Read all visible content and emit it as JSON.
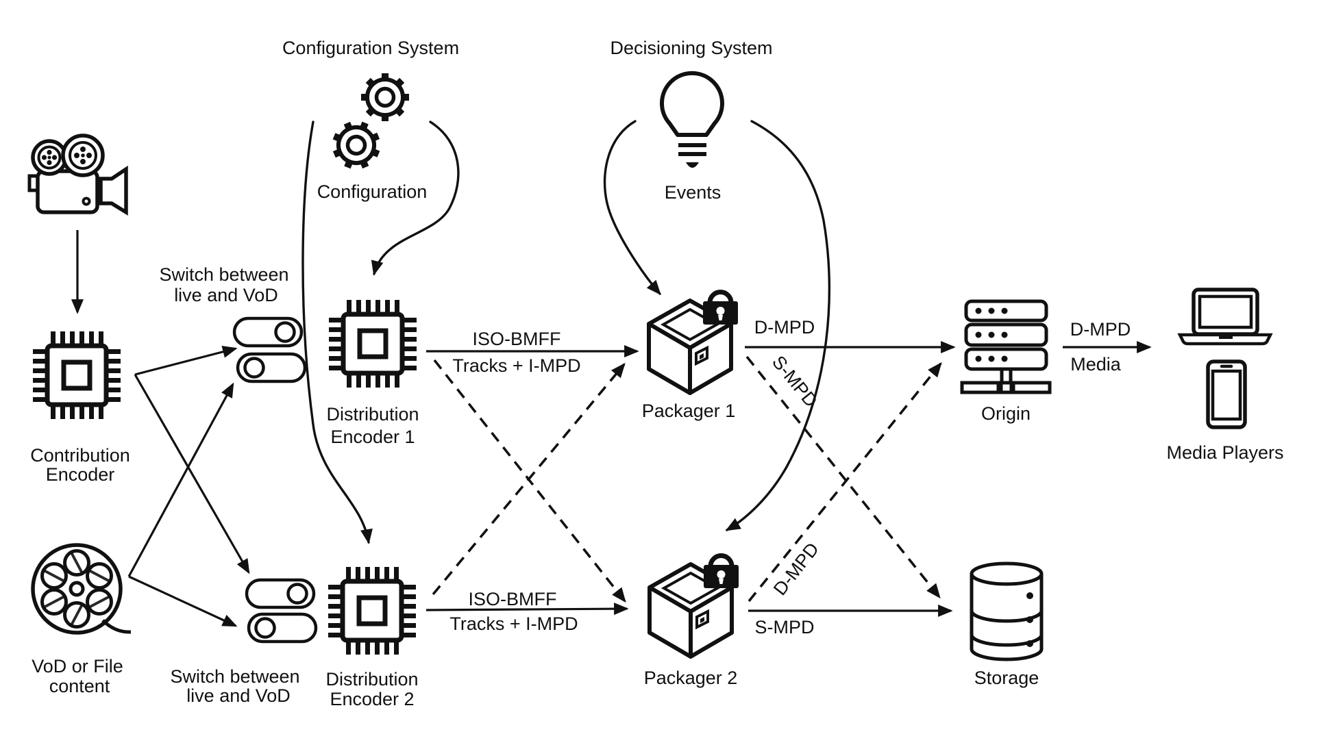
{
  "colors": {
    "ink": "#111111",
    "background": "#ffffff"
  },
  "systems": {
    "configuration": {
      "title": "Configuration System",
      "flow_label": "Configuration"
    },
    "decisioning": {
      "title": "Decisioning System",
      "flow_label": "Events"
    }
  },
  "nodes": {
    "contribution_encoder": {
      "line1": "Contribution",
      "line2": "Encoder"
    },
    "vod_content": {
      "line1": "VoD or File",
      "line2": "content"
    },
    "switch_upper": {
      "line1": "Switch between",
      "line2": "live and VoD"
    },
    "switch_lower": {
      "line1": "Switch between",
      "line2": "live and VoD"
    },
    "distribution_encoder_1": {
      "line1": "Distribution",
      "line2": "Encoder 1"
    },
    "distribution_encoder_2": {
      "line1": "Distribution",
      "line2": "Encoder 2"
    },
    "packager_1": {
      "label": "Packager 1"
    },
    "packager_2": {
      "label": "Packager 2"
    },
    "origin": {
      "label": "Origin"
    },
    "storage": {
      "label": "Storage"
    },
    "media_players": {
      "label": "Media Players"
    }
  },
  "edges": {
    "encoder1_to_packager1": {
      "line1": "ISO-BMFF",
      "line2": "Tracks + I-MPD",
      "style": "solid"
    },
    "encoder2_to_packager2": {
      "line1": "ISO-BMFF",
      "line2": "Tracks + I-MPD",
      "style": "solid"
    },
    "encoder1_to_packager2": {
      "style": "dashed"
    },
    "encoder2_to_packager1": {
      "style": "dashed"
    },
    "packager1_to_origin": {
      "label": "D-MPD",
      "style": "solid"
    },
    "packager1_to_storage": {
      "label": "S-MPD",
      "style": "dashed"
    },
    "packager2_to_origin": {
      "label": "D-MPD",
      "style": "dashed"
    },
    "packager2_to_storage": {
      "label": "S-MPD",
      "style": "solid"
    },
    "origin_to_players": {
      "line1": "D-MPD",
      "line2": "Media",
      "style": "solid"
    }
  }
}
